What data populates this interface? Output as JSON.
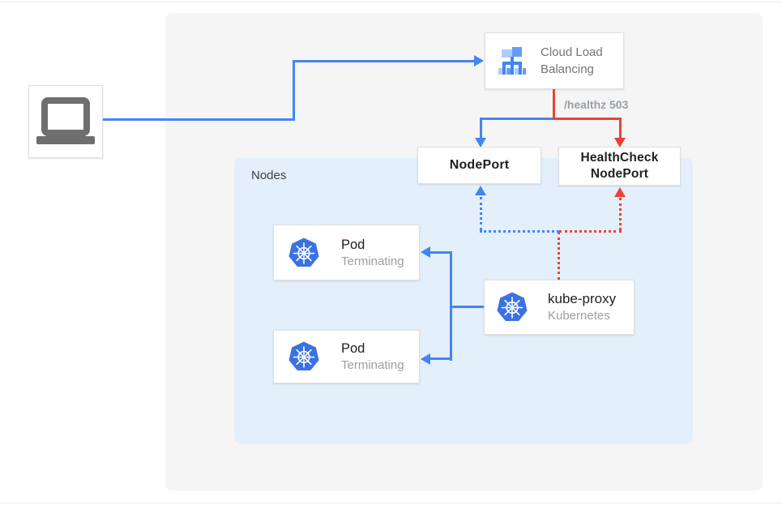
{
  "colors": {
    "flow_blue": "#4285f4",
    "flow_red": "#ea4335",
    "outer_panel_bg": "#f5f5f5",
    "nodes_panel_bg": "#e4effc",
    "box_border": "#e0e0e0",
    "primary_text": "#212121",
    "secondary_text": "#9e9e9e",
    "cloud_lb_text": "#757575",
    "healthz_text": "#9aa0a6",
    "kubernetes_blue": "#3b72e3",
    "laptop_gray": "#6e6e6e"
  },
  "icons": {
    "client": "laptop-icon",
    "cloud_lb": "load-balancer-icon",
    "pod": "kubernetes-icon",
    "kube_proxy": "kubernetes-icon"
  },
  "cloud_lb": {
    "label": "Cloud Load Balancing"
  },
  "healthz_label": "/healthz 503",
  "nodeport": {
    "label": "NodePort"
  },
  "healthcheck_nodeport": {
    "label": "HealthCheck NodePort"
  },
  "nodes_panel": {
    "label": "Nodes"
  },
  "pods": [
    {
      "title": "Pod",
      "status": "Terminating"
    },
    {
      "title": "Pod",
      "status": "Terminating"
    }
  ],
  "kube_proxy": {
    "title": "kube-proxy",
    "subtitle": "Kubernetes"
  }
}
